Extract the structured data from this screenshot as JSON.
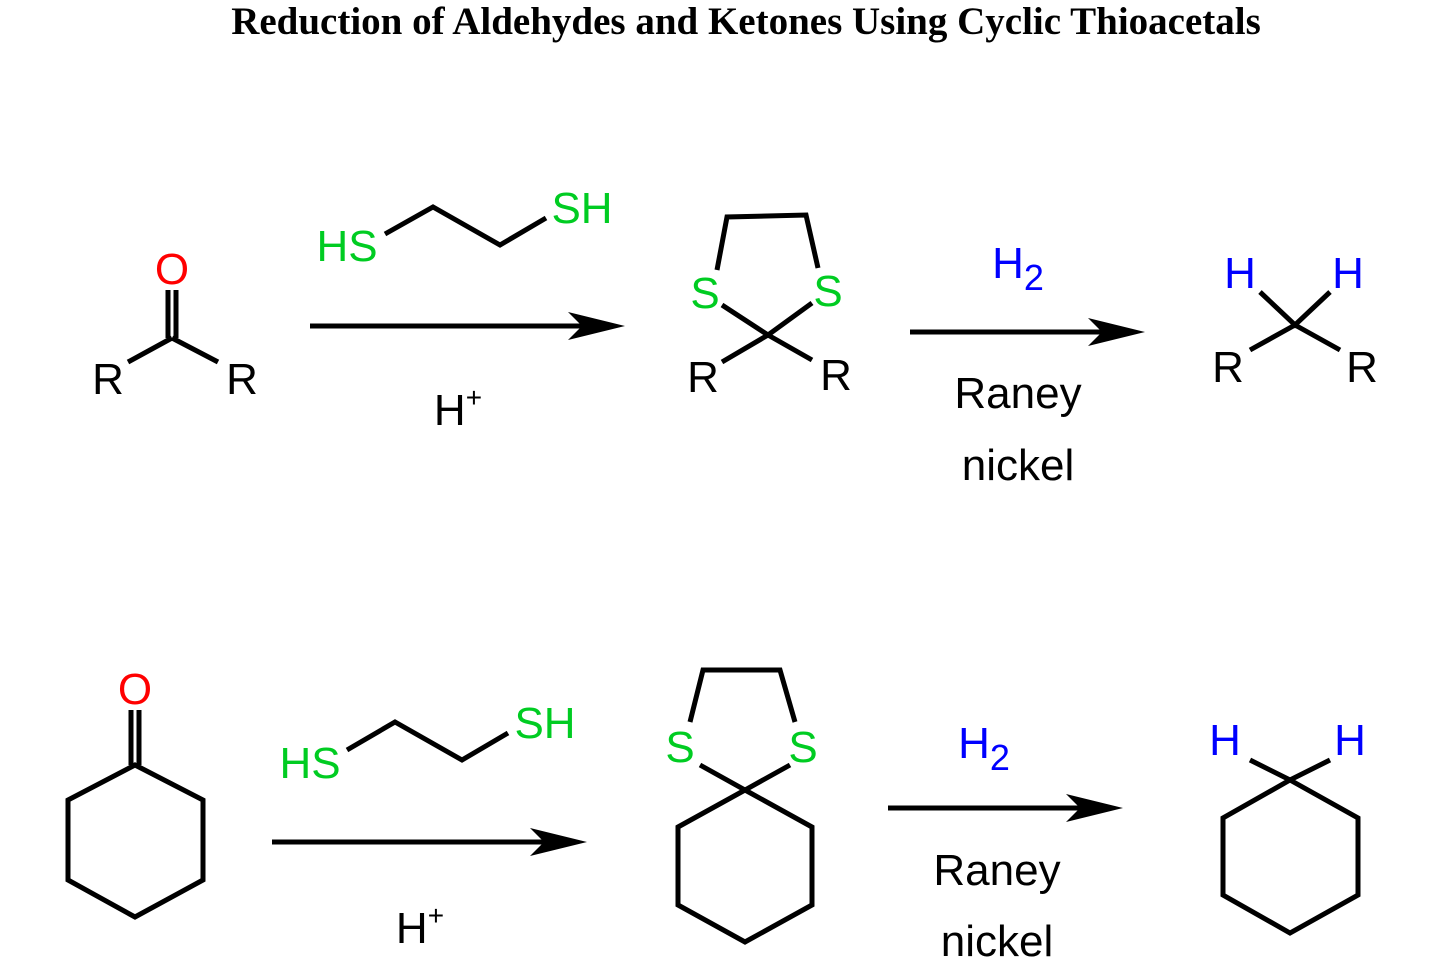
{
  "title": "Reduction of Aldehydes and Ketones Using Cyclic Thioacetals",
  "colors": {
    "oxygen": "#ff0000",
    "sulfur": "#00cc22",
    "hydrogen": "#0000ff",
    "bond": "#000000"
  },
  "atoms": {
    "O": "O",
    "R": "R",
    "S": "S",
    "HS": "HS",
    "SH": "SH",
    "H": "H"
  },
  "reaction1": {
    "step1": {
      "reagent_top_left": "HS",
      "reagent_top_right": "SH",
      "below_main": "H",
      "below_sup": "+"
    },
    "step2": {
      "above_main": "H",
      "above_sub": "2",
      "below_line1": "Raney",
      "below_line2": "nickel"
    }
  },
  "reaction2": {
    "step1": {
      "reagent_top_left": "HS",
      "reagent_top_right": "SH",
      "below_main": "H",
      "below_sup": "+"
    },
    "step2": {
      "above_main": "H",
      "above_sub": "2",
      "below_line1": "Raney",
      "below_line2": "nickel"
    }
  }
}
